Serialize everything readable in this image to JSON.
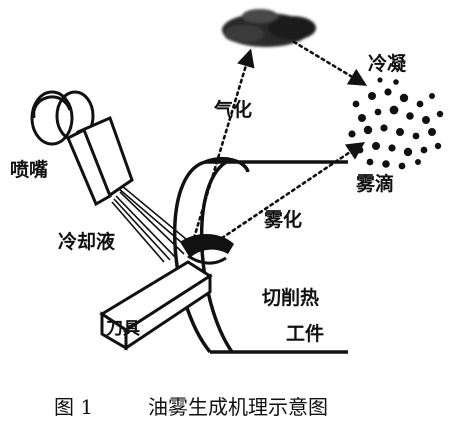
{
  "figure": {
    "labels": {
      "nozzle": "喷嘴",
      "coolant": "冷却液",
      "vaporization": "气化",
      "condensation": "冷凝",
      "mist_droplets": "雾滴",
      "atomization": "雾化",
      "cutting_heat": "切削热",
      "workpiece": "工件",
      "tool": "刀具"
    },
    "caption": {
      "number": "图 1",
      "title": "油雾生成机理示意图"
    }
  }
}
